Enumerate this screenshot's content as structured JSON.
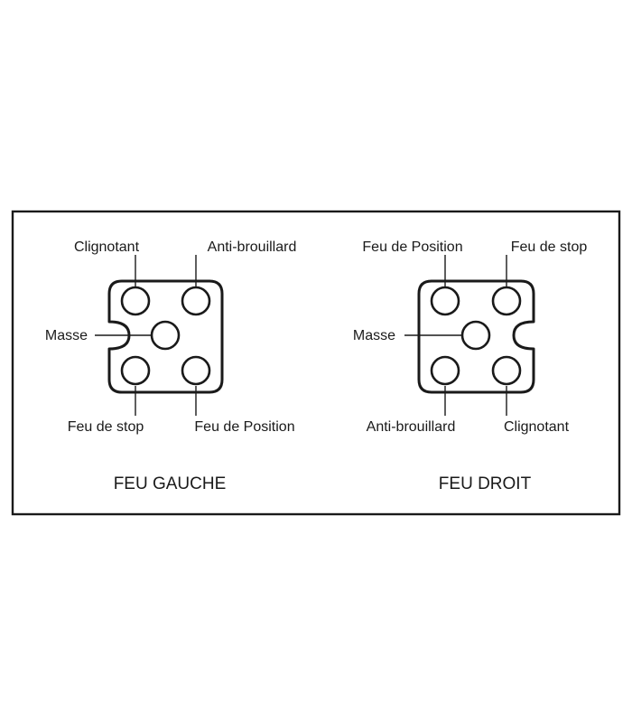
{
  "left": {
    "title": "FEU GAUCHE",
    "top_left": "Clignotant",
    "top_right": "Anti-brouillard",
    "center": "Masse",
    "bottom_left": "Feu de stop",
    "bottom_right": "Feu de Position"
  },
  "right": {
    "title": "FEU DROIT",
    "top_left": "Feu de Position",
    "top_right": "Feu de stop",
    "center": "Masse",
    "bottom_left": "Anti-brouillard",
    "bottom_right": "Clignotant"
  }
}
